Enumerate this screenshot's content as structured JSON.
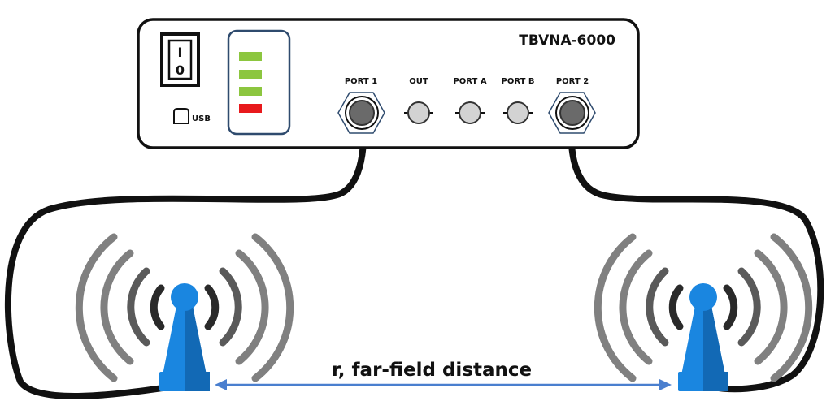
{
  "device": {
    "model": "TBVNA-6000",
    "power_switch_on": "I",
    "power_switch_off": "0",
    "usb_label": "USB",
    "leds": [
      "green",
      "green",
      "green",
      "red"
    ],
    "ports": {
      "port1": "PORT 1",
      "out": "OUT",
      "port_a": "PORT A",
      "port_b": "PORT B",
      "port2": "PORT 2"
    }
  },
  "measurement": {
    "distance_label": "r, far-field distance"
  },
  "colors": {
    "cable": "#111111",
    "antenna": "#1a86e0",
    "antenna_dark": "#1269b5",
    "wave_outer": "#808080",
    "wave_mid": "#5a5a5a",
    "wave_inner": "#2a2a2a",
    "arrow": "#4a7fcf",
    "led_green": "#8cc63f",
    "led_red": "#e8191c",
    "indicator_border": "#2f4b6e"
  }
}
